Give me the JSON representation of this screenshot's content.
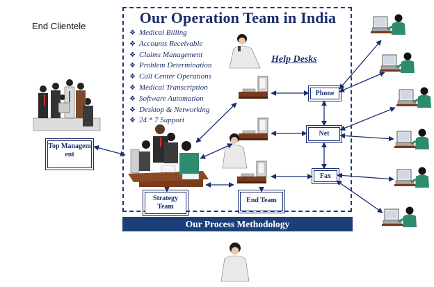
{
  "end_clientele_label": "End Clientele",
  "title": "Our Operation Team in India",
  "services": [
    "Medical Billing",
    "Accounts Receivable",
    "Claims Management",
    "Problem Determination",
    "Call Center Operations",
    "Medical Transcription",
    "Software Automation",
    "Desktop & Networking",
    "24 * 7 Support"
  ],
  "help_desks_label": "Help Desks",
  "channels": {
    "phone": "Phone",
    "net": "Net",
    "fax": "Fax"
  },
  "top_management_label": "Top Managem ent",
  "strategy_team_label": "Strategy Team",
  "end_team_label": "End Team",
  "process_label": "Our Process Methodology",
  "colors": {
    "navy": "#1b2f6e",
    "bar": "#1c3f7a",
    "desk": "#7a3b1c",
    "shirt_green": "#2e8b6e"
  },
  "icons": [
    "computer-workstation-icon",
    "customer-person-icon",
    "help-desk-phone-icon",
    "meeting-group-icon",
    "telephone-operator-icon"
  ]
}
